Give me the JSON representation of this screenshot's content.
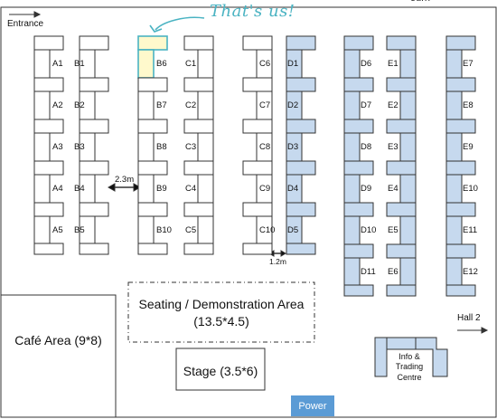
{
  "header": {
    "entrance": "Entrance",
    "cut_text": "ourn"
  },
  "callout": "That's us!",
  "colors": {
    "booth_default": "#ffffff",
    "booth_ours": "#fff9cc",
    "booth_taken": "#c6d9ee",
    "power": "#5b9bd5",
    "callout": "#4ab3c2"
  },
  "booths": {
    "A": [
      "A1",
      "A2",
      "A3",
      "A4",
      "A5"
    ],
    "B": [
      "B1",
      "B2",
      "B3",
      "B4",
      "B5"
    ],
    "B_right": [
      "B6",
      "B7",
      "B8",
      "B9",
      "B10"
    ],
    "C": [
      "C1",
      "C2",
      "C3",
      "C4",
      "C5"
    ],
    "C_right": [
      "C6",
      "C7",
      "C8",
      "C9",
      "C10"
    ],
    "D": [
      "D1",
      "D2",
      "D3",
      "D4",
      "D5"
    ],
    "D_right": [
      "D6",
      "D7",
      "D8",
      "D9",
      "D10",
      "D11"
    ],
    "E": [
      "E1",
      "E2",
      "E3",
      "E4",
      "E5",
      "E6"
    ],
    "E_right": [
      "E7",
      "E8",
      "E9",
      "E10",
      "E11",
      "E12"
    ]
  },
  "dimensions": {
    "aisle_wide": "2.3m",
    "aisle_narrow": "1.2m"
  },
  "areas": {
    "seating": "Seating /  Demonstration Area (13.5*4.5)",
    "cafe": "Café Area (9*8)",
    "stage": "Stage (3.5*6)",
    "info": "Info & Trading Centre",
    "hall2": "Hall 2",
    "power": "Power"
  }
}
